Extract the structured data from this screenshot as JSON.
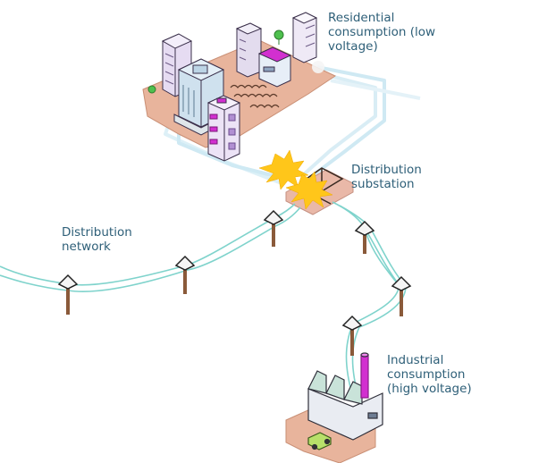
{
  "diagram": {
    "title": "Electricity distribution from substation to consumers",
    "labels": {
      "residential": "Residential\nconsumption (low\nvoltage)",
      "substation": "Distribution\nsubstation",
      "network": "Distribution\nnetwork",
      "industrial": "Industrial\nconsumption\n(high voltage)"
    },
    "colors": {
      "label_text": "#2e5f78",
      "power_line": "#7fd3cc",
      "underground_cable": "#cfe9f3",
      "ground_plot": "#e8b49c",
      "pole": "#8a5a3a",
      "spark": "#ffc61a",
      "building_purple": "#d9c9ec",
      "building_blue": "#cfe1ee",
      "magenta_accent": "#d22fd0",
      "tree": "#4ec04e"
    },
    "nodes": [
      {
        "id": "residential-area",
        "kind": "consumer",
        "voltage": "low"
      },
      {
        "id": "distribution-substation",
        "kind": "substation"
      },
      {
        "id": "industrial-plant",
        "kind": "consumer",
        "voltage": "high"
      }
    ],
    "edges": [
      {
        "from": "distribution-substation",
        "to": "residential-area",
        "medium": "underground cable"
      },
      {
        "from": "distribution-substation",
        "to": "industrial-plant",
        "medium": "overhead line"
      },
      {
        "from": "distribution-substation",
        "to": "distribution network",
        "medium": "overhead line"
      }
    ]
  }
}
